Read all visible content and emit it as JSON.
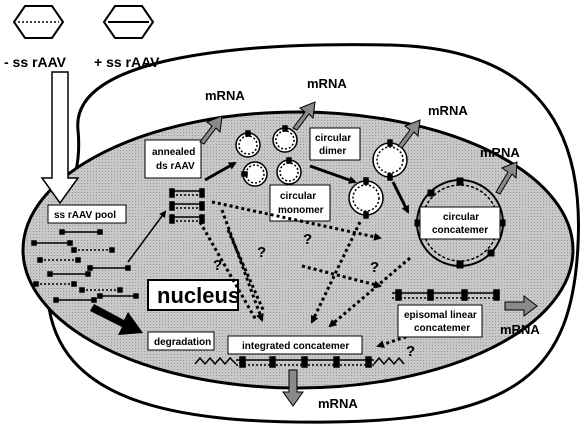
{
  "vectors": {
    "minus_label": "- ss rAAV",
    "plus_label": "+ ss rAAV"
  },
  "nucleus_label": "nucleus",
  "boxes": {
    "pool": "ss rAAV pool",
    "annealed_1": "annealed",
    "annealed_2": "ds rAAV",
    "circular_dimer_1": "circular",
    "circular_dimer_2": "dimer",
    "circular_monomer_1": "circular",
    "circular_monomer_2": "monomer",
    "circular_concatemer_1": "circular",
    "circular_concatemer_2": "concatemer",
    "episomal_1": "episomal linear",
    "episomal_2": "concatemer",
    "degradation": "degradation",
    "integrated": "integrated concatemer"
  },
  "mrna": {
    "m1": "mRNA",
    "m2": "mRNA",
    "m3": "mRNA",
    "m4": "mRNA",
    "m5": "mRNA",
    "m6": "mRNA"
  },
  "question_mark": "?"
}
